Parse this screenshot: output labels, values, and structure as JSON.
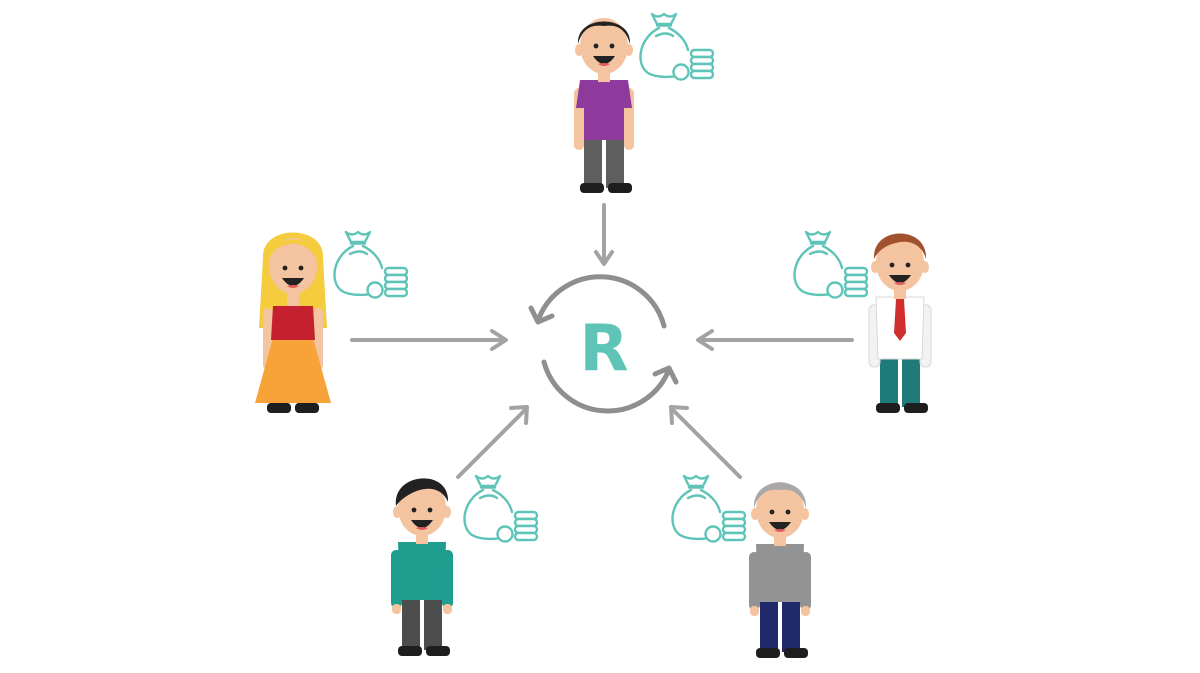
{
  "hub": {
    "letter": "R",
    "accent_color": "#5fc4b8",
    "cycle_color": "#8f8f92"
  },
  "arrow_color": "#a3a3a6",
  "people": [
    {
      "id": "top",
      "hair": "#222222",
      "shirt": "#8e3a9c",
      "pants": "#5e5e5e",
      "gender": "male",
      "has_money_bag": true
    },
    {
      "id": "left",
      "hair": "#f4cc3e",
      "shirt": "#c4202f",
      "dress": "#f7a339",
      "gender": "female",
      "has_money_bag": true
    },
    {
      "id": "right",
      "hair": "#a0522d",
      "shirt": "#ffffff",
      "tie": "#d12f2f",
      "pants": "#1f7a7a",
      "gender": "male",
      "has_money_bag": true
    },
    {
      "id": "bottom-left",
      "hair": "#222222",
      "shirt": "#1f9e90",
      "pants": "#4d4d4d",
      "gender": "male",
      "has_money_bag": true
    },
    {
      "id": "bottom-right",
      "hair": "#a8a8a8",
      "shirt": "#939393",
      "pants": "#1f2a6b",
      "gender": "male",
      "has_money_bag": true
    }
  ],
  "icons": {
    "money_bag": "money-bag-icon",
    "coin_stack": "coin-stack-icon",
    "cycle": "refresh-cycle-icon"
  }
}
